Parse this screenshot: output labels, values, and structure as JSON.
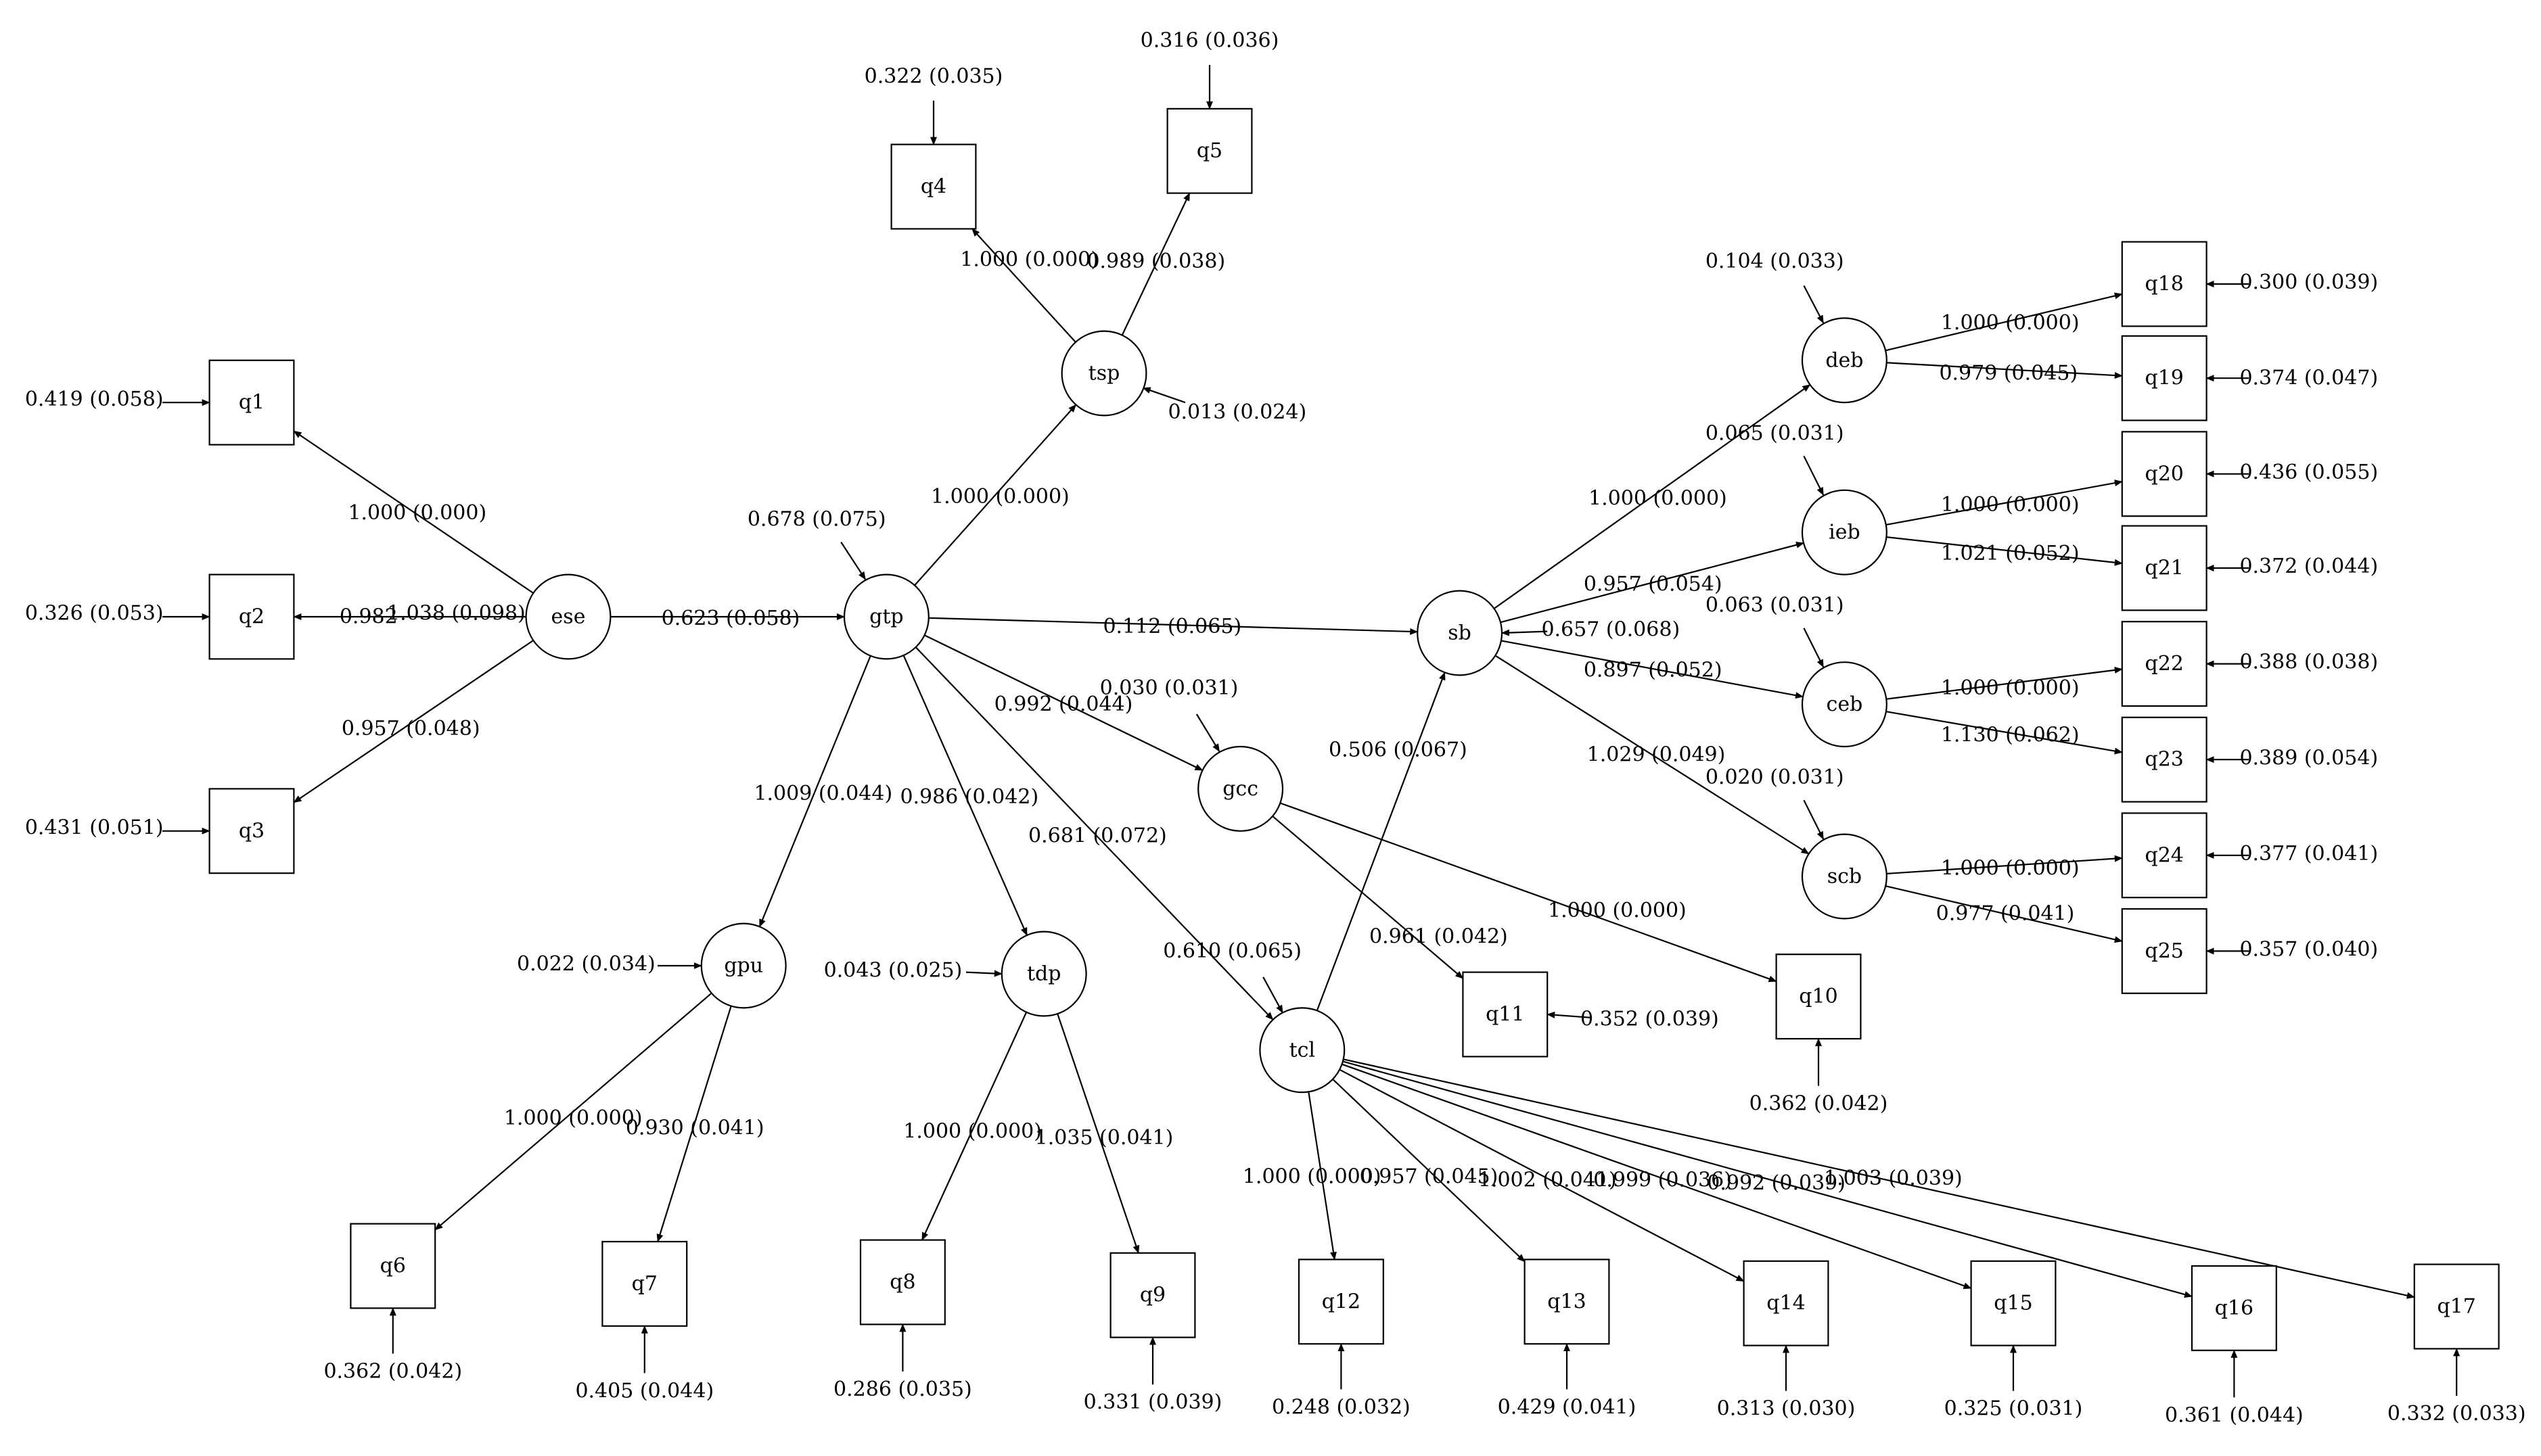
{
  "nodes": [
    {
      "id": "q1",
      "label": "q1",
      "shape": "box"
    },
    {
      "id": "q2",
      "label": "q2",
      "shape": "box"
    },
    {
      "id": "q3",
      "label": "q3",
      "shape": "box"
    },
    {
      "id": "q4",
      "label": "q4",
      "shape": "box"
    },
    {
      "id": "q5",
      "label": "q5",
      "shape": "box"
    },
    {
      "id": "q6",
      "label": "q6",
      "shape": "box"
    },
    {
      "id": "q7",
      "label": "q7",
      "shape": "box"
    },
    {
      "id": "q8",
      "label": "q8",
      "shape": "box"
    },
    {
      "id": "q9",
      "label": "q9",
      "shape": "box"
    },
    {
      "id": "q10",
      "label": "q10",
      "shape": "box"
    },
    {
      "id": "q11",
      "label": "q11",
      "shape": "box"
    },
    {
      "id": "q12",
      "label": "q12",
      "shape": "box"
    },
    {
      "id": "q13",
      "label": "q13",
      "shape": "box"
    },
    {
      "id": "q14",
      "label": "q14",
      "shape": "box"
    },
    {
      "id": "q15",
      "label": "q15",
      "shape": "box"
    },
    {
      "id": "q16",
      "label": "q16",
      "shape": "box"
    },
    {
      "id": "q17",
      "label": "q17",
      "shape": "box"
    },
    {
      "id": "q18",
      "label": "q18",
      "shape": "box"
    },
    {
      "id": "q19",
      "label": "q19",
      "shape": "box"
    },
    {
      "id": "q20",
      "label": "q20",
      "shape": "box"
    },
    {
      "id": "q21",
      "label": "q21",
      "shape": "box"
    },
    {
      "id": "q22",
      "label": "q22",
      "shape": "box"
    },
    {
      "id": "q23",
      "label": "q23",
      "shape": "box"
    },
    {
      "id": "q24",
      "label": "q24",
      "shape": "box"
    },
    {
      "id": "q25",
      "label": "q25",
      "shape": "box"
    },
    {
      "id": "ese",
      "label": "ese",
      "shape": "circle"
    },
    {
      "id": "gtp",
      "label": "gtp",
      "shape": "circle"
    },
    {
      "id": "tsp",
      "label": "tsp",
      "shape": "circle"
    },
    {
      "id": "gpu",
      "label": "gpu",
      "shape": "circle"
    },
    {
      "id": "tdp",
      "label": "tdp",
      "shape": "circle"
    },
    {
      "id": "gcc",
      "label": "gcc",
      "shape": "circle"
    },
    {
      "id": "tcl",
      "label": "tcl",
      "shape": "circle"
    },
    {
      "id": "sb",
      "label": "sb",
      "shape": "circle"
    },
    {
      "id": "deb",
      "label": "deb",
      "shape": "circle"
    },
    {
      "id": "ieb",
      "label": "ieb",
      "shape": "circle"
    },
    {
      "id": "ceb",
      "label": "ceb",
      "shape": "circle"
    },
    {
      "id": "scb",
      "label": "scb",
      "shape": "circle"
    }
  ],
  "paths": [
    {
      "from": "ese",
      "to": "q1",
      "label": "1.000 (0.000)"
    },
    {
      "from": "ese",
      "to": "q2",
      "label": "0.982",
      "label2": "1.038 (0.098)"
    },
    {
      "from": "ese",
      "to": "q3",
      "label": "0.957 (0.048)"
    },
    {
      "from": "ese",
      "to": "gtp",
      "label": "0.623 (0.058)"
    },
    {
      "from": "gtp",
      "to": "tsp",
      "label": "1.000 (0.000)"
    },
    {
      "from": "tsp",
      "to": "q4",
      "label": "1.000 (0.000)"
    },
    {
      "from": "tsp",
      "to": "q5",
      "label": "0.989 (0.038)"
    },
    {
      "from": "gtp",
      "to": "sb",
      "label": "0.112 (0.065)"
    },
    {
      "from": "gtp",
      "to": "gcc",
      "label": "0.992 (0.044)"
    },
    {
      "from": "gtp",
      "to": "gpu",
      "label": "1.009 (0.044)"
    },
    {
      "from": "gtp",
      "to": "tdp",
      "label": "0.986 (0.042)"
    },
    {
      "from": "gtp",
      "to": "tcl",
      "label": "0.681 (0.072)"
    },
    {
      "from": "gpu",
      "to": "q6",
      "label": "1.000 (0.000)"
    },
    {
      "from": "gpu",
      "to": "q7",
      "label": "0.930 (0.041)"
    },
    {
      "from": "tdp",
      "to": "q8",
      "label": "1.000 (0.000)"
    },
    {
      "from": "tdp",
      "to": "q9",
      "label": "1.035 (0.041)"
    },
    {
      "from": "gcc",
      "to": "q10",
      "label": "1.000 (0.000)"
    },
    {
      "from": "gcc",
      "to": "q11",
      "label": "0.961 (0.042)"
    },
    {
      "from": "tcl",
      "to": "sb",
      "label": "0.506 (0.067)"
    },
    {
      "from": "tcl",
      "to": "q12",
      "label": "1.000 (0.000)"
    },
    {
      "from": "tcl",
      "to": "q13",
      "label": "0.957 (0.045)"
    },
    {
      "from": "tcl",
      "to": "q14",
      "label": "1.002 (0.041)"
    },
    {
      "from": "tcl",
      "to": "q15",
      "label": "0.999 (0.036)"
    },
    {
      "from": "tcl",
      "to": "q16",
      "label": "0.992 (0.039)"
    },
    {
      "from": "tcl",
      "to": "q17",
      "label": "1.003 (0.039)"
    },
    {
      "from": "sb",
      "to": "deb",
      "label": "1.000 (0.000)"
    },
    {
      "from": "sb",
      "to": "ieb",
      "label": "0.957 (0.054)"
    },
    {
      "from": "sb",
      "to": "ceb",
      "label": "0.897 (0.052)"
    },
    {
      "from": "sb",
      "to": "scb",
      "label": "1.029 (0.049)"
    },
    {
      "from": "deb",
      "to": "q18",
      "label": "1.000 (0.000)"
    },
    {
      "from": "deb",
      "to": "q19",
      "label": "0.979 (0.045)"
    },
    {
      "from": "ieb",
      "to": "q20",
      "label": "1.000 (0.000)"
    },
    {
      "from": "ieb",
      "to": "q21",
      "label": "1.021 (0.052)"
    },
    {
      "from": "ceb",
      "to": "q22",
      "label": "1.000 (0.000)"
    },
    {
      "from": "ceb",
      "to": "q23",
      "label": "1.130 (0.062)"
    },
    {
      "from": "scb",
      "to": "q24",
      "label": "1.000 (0.000)"
    },
    {
      "from": "scb",
      "to": "q25",
      "label": "0.977 (0.041)"
    }
  ],
  "variances": [
    {
      "node": "q1",
      "label": "0.419 (0.058)"
    },
    {
      "node": "q2",
      "label": "0.326 (0.053)"
    },
    {
      "node": "q3",
      "label": "0.431 (0.051)"
    },
    {
      "node": "q4",
      "label": "0.322 (0.035)"
    },
    {
      "node": "q5",
      "label": "0.316 (0.036)"
    },
    {
      "node": "gtp",
      "label": "0.678 (0.075)"
    },
    {
      "node": "tsp",
      "label": "0.013 (0.024)"
    },
    {
      "node": "gpu",
      "label": "0.022 (0.034)"
    },
    {
      "node": "tdp",
      "label": "0.043 (0.025)"
    },
    {
      "node": "gcc",
      "label": "0.030 (0.031)"
    },
    {
      "node": "tcl",
      "label": "0.610 (0.065)"
    },
    {
      "node": "sb",
      "label": "0.657 (0.068)"
    },
    {
      "node": "deb",
      "label": "0.104 (0.033)"
    },
    {
      "node": "ieb",
      "label": "0.065 (0.031)"
    },
    {
      "node": "ceb",
      "label": "0.063 (0.031)"
    },
    {
      "node": "scb",
      "label": "0.020 (0.031)"
    },
    {
      "node": "q6",
      "label": "0.362 (0.042)"
    },
    {
      "node": "q7",
      "label": "0.405 (0.044)"
    },
    {
      "node": "q8",
      "label": "0.286 (0.035)"
    },
    {
      "node": "q9",
      "label": "0.331 (0.039)"
    },
    {
      "node": "q10",
      "label": "0.362 (0.042)"
    },
    {
      "node": "q11",
      "label": "0.352 (0.039)"
    },
    {
      "node": "q12",
      "label": "0.248 (0.032)"
    },
    {
      "node": "q13",
      "label": "0.429 (0.041)"
    },
    {
      "node": "q14",
      "label": "0.313 (0.030)"
    },
    {
      "node": "q15",
      "label": "0.325 (0.031)"
    },
    {
      "node": "q16",
      "label": "0.361 (0.044)"
    },
    {
      "node": "q17",
      "label": "0.332 (0.033)"
    },
    {
      "node": "q18",
      "label": "0.300 (0.039)"
    },
    {
      "node": "q19",
      "label": "0.374 (0.047)"
    },
    {
      "node": "q20",
      "label": "0.436 (0.055)"
    },
    {
      "node": "q21",
      "label": "0.372 (0.044)"
    },
    {
      "node": "q22",
      "label": "0.388 (0.038)"
    },
    {
      "node": "q23",
      "label": "0.389 (0.054)"
    },
    {
      "node": "q24",
      "label": "0.377 (0.041)"
    },
    {
      "node": "q25",
      "label": "0.357 (0.040)"
    }
  ]
}
